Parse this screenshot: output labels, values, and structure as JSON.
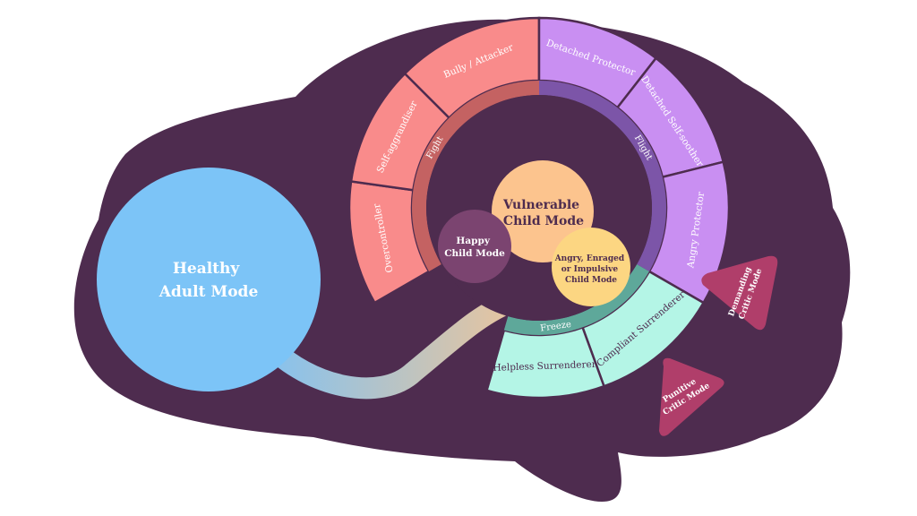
{
  "modes": {
    "healthy_adult": [
      "Healthy",
      "Adult Mode"
    ],
    "vulnerable_child": [
      "Vulnerable",
      "Child Mode"
    ],
    "happy_child": [
      "Happy",
      "Child Mode"
    ],
    "angry_child": [
      "Angry, Enraged",
      "or Impulsive",
      "Child Mode"
    ],
    "demanding_critic": [
      "Demanding",
      "Critic Mode"
    ],
    "punitive_critic": [
      "Punitive",
      "Critic Mode"
    ]
  },
  "coping_groups": [
    {
      "label": "Fight",
      "color": "#c46262"
    },
    {
      "label": "Flight",
      "color": "#7c55a8"
    },
    {
      "label": "Freeze",
      "color": "#5ea89a"
    }
  ],
  "coping_modes": [
    {
      "label": "Overcontroller",
      "group": "Fight",
      "color": "#f98b8b"
    },
    {
      "label": "Self-aggrandiser",
      "group": "Fight",
      "color": "#f98b8b"
    },
    {
      "label": "Bully / Attacker",
      "group": "Fight",
      "color": "#f98b8b"
    },
    {
      "label": "Detached Protector",
      "group": "Flight",
      "color": "#c98ff2"
    },
    {
      "label": "Detached Self-soother",
      "group": "Flight",
      "color": "#c98ff2"
    },
    {
      "label": "Angry Protector",
      "group": "Flight",
      "color": "#c98ff2"
    },
    {
      "label": "Compliant Surrenderer",
      "group": "Freeze",
      "color": "#b4f5e6"
    },
    {
      "label": "Helpless Surrenderer",
      "group": "Freeze",
      "color": "#b4f5e6"
    }
  ],
  "colors": {
    "brain": "#4e2c4f",
    "healthy_adult": "#7cc4f7",
    "vulnerable_child": "#fcc48e",
    "angry_child": "#fcd682",
    "happy_child": "#7b4470",
    "critic": "#b03e6a",
    "mode_text_dark": "#4e2c4f",
    "mode_text_light": "#ffffff"
  }
}
